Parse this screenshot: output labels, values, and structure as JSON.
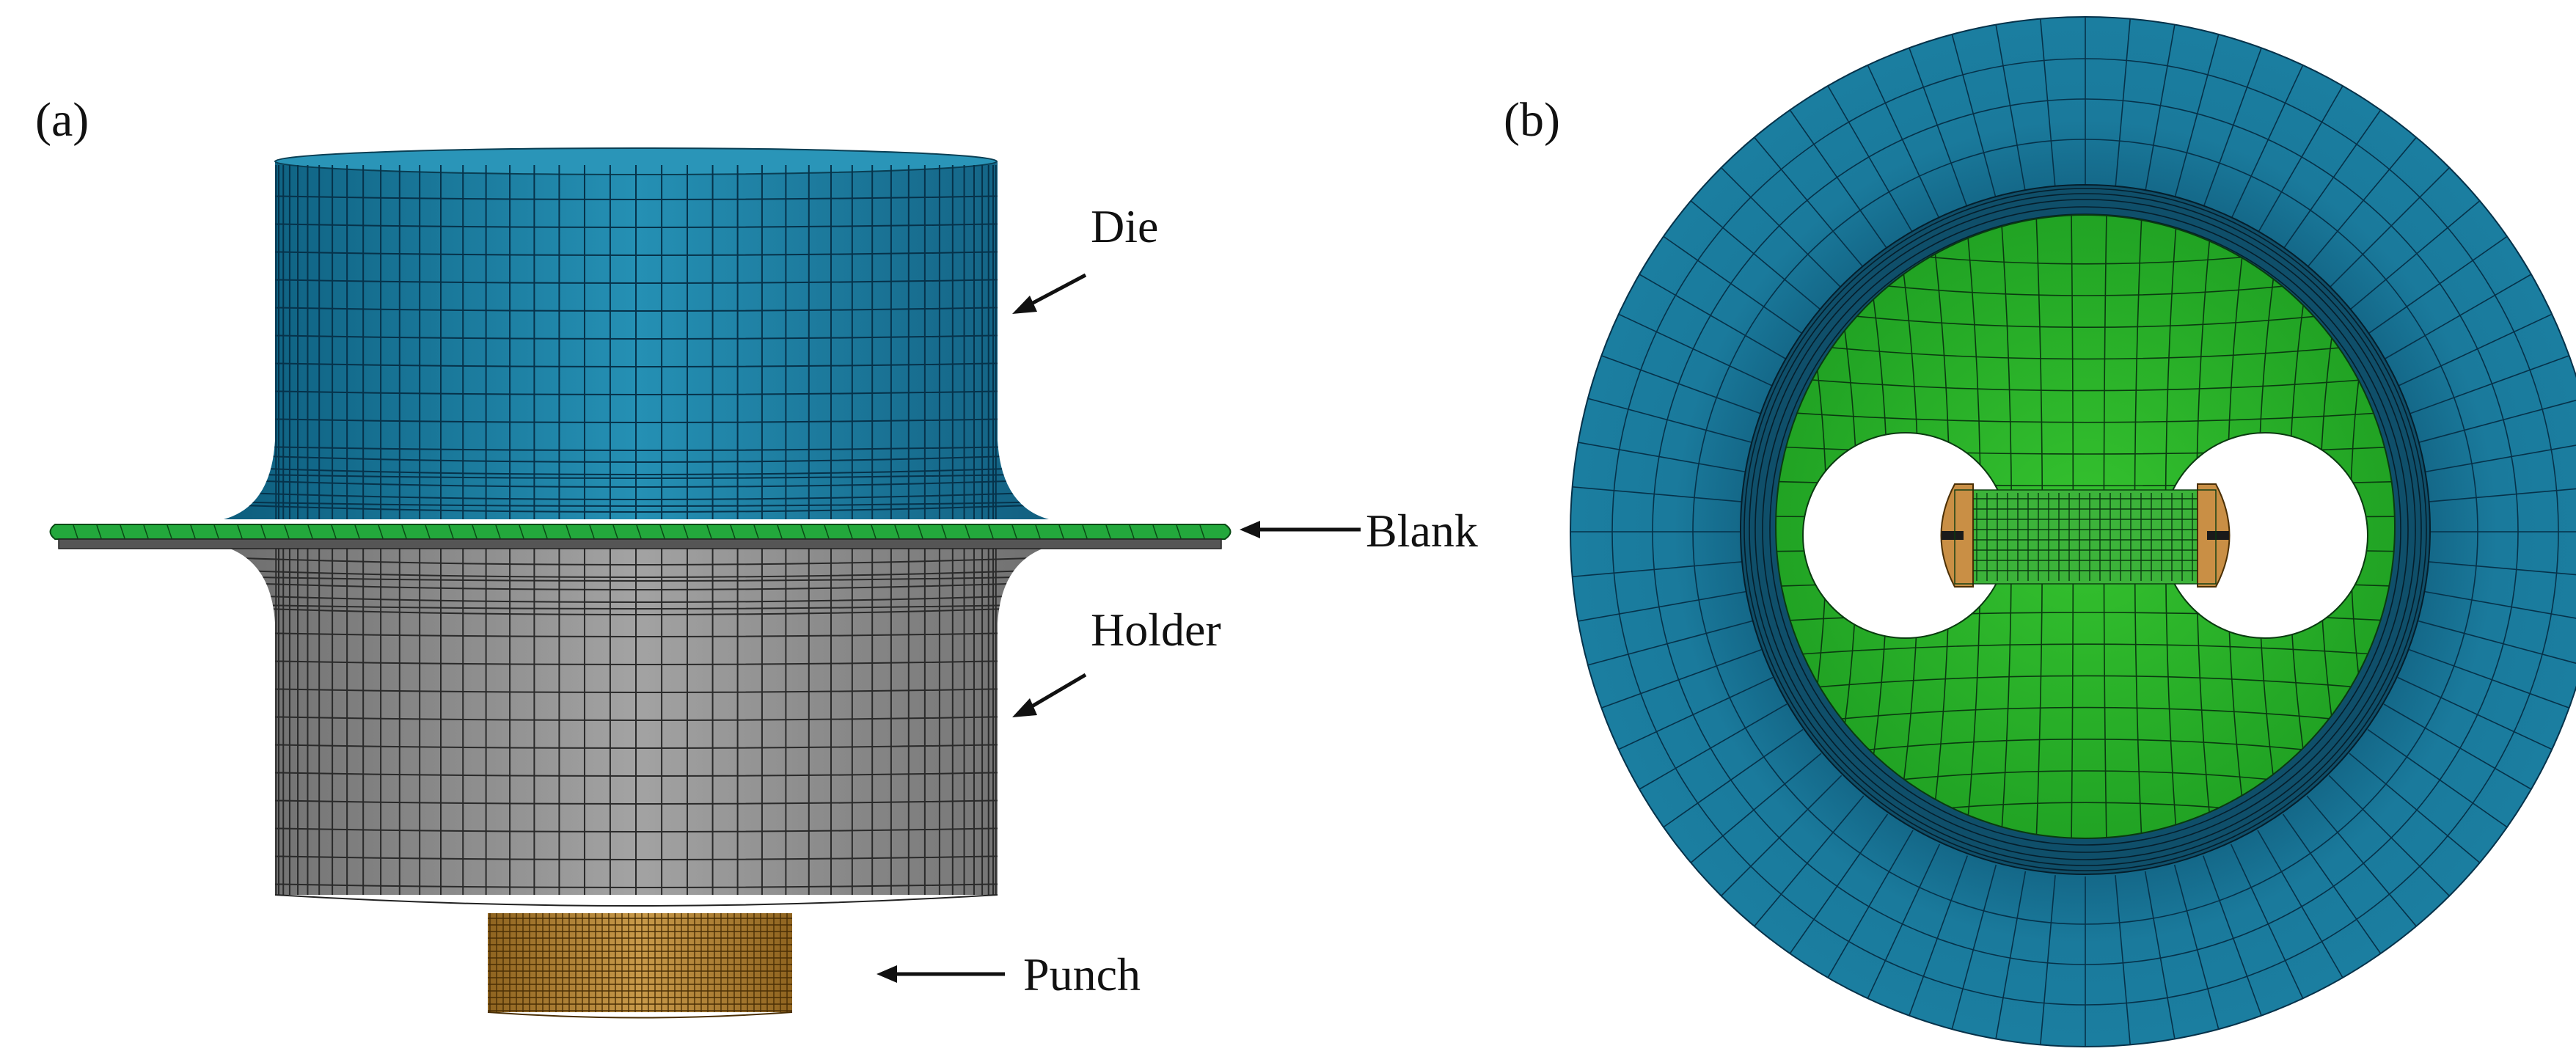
{
  "panels": {
    "a": {
      "label": "(a)"
    },
    "b": {
      "label": "(b)"
    }
  },
  "parts": {
    "die": "Die",
    "blank": "Blank",
    "holder": "Holder",
    "punch": "Punch"
  },
  "colors": {
    "die": "#1b7ea0",
    "die_dark": "#0f5e7d",
    "blank": "#1fa43a",
    "holder": "#8e8e8e",
    "punch": "#b98a3b",
    "mesh_line": "#000000"
  }
}
